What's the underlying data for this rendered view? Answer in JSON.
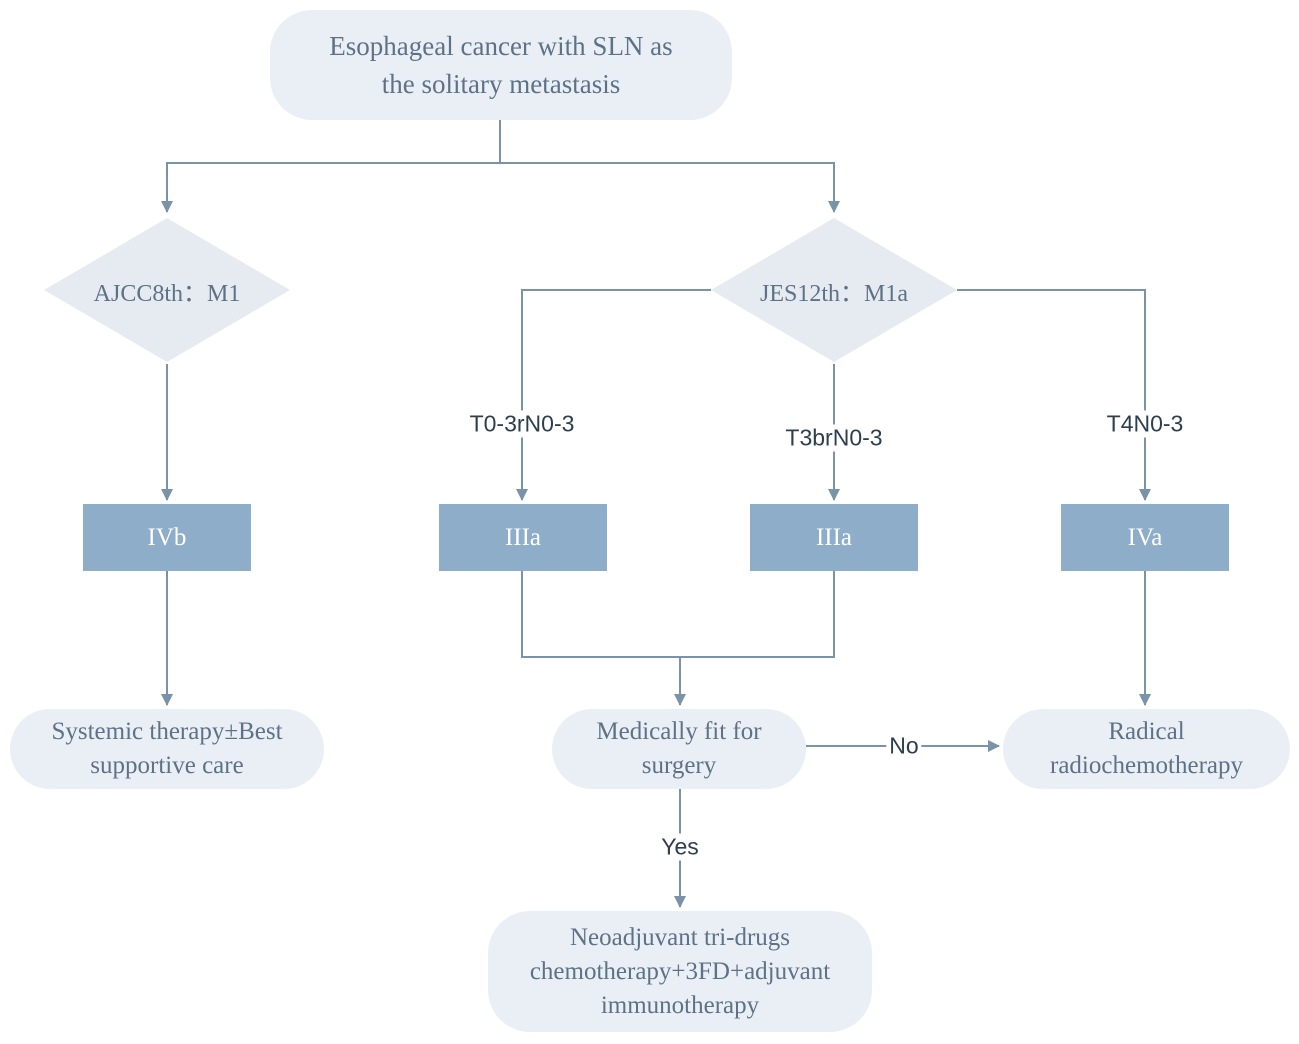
{
  "nodes": {
    "root": {
      "line1": "Esophageal cancer with SLN as",
      "line2": "the solitary metastasis"
    },
    "ajcc": "AJCC8th：M1",
    "jes": "JES12th：M1a",
    "ivb": "IVb",
    "iiia_left": "IIIa",
    "iiia_right": "IIIa",
    "iva": "IVa",
    "systemic": {
      "line1": "Systemic therapy±Best",
      "line2": "supportive care"
    },
    "fit": {
      "line1": "Medically fit for",
      "line2": "surgery"
    },
    "radical": {
      "line1": "Radical",
      "line2": "radiochemotherapy"
    },
    "neo": {
      "line1": "Neoadjuvant tri-drugs",
      "line2": "chemotherapy+3FD+adjuvant",
      "line3": "immunotherapy"
    }
  },
  "edge_labels": {
    "t03": "T0-3rN0-3",
    "t3b": "T3brN0-3",
    "t4": "T4N0-3",
    "no": "No",
    "yes": "Yes"
  },
  "colors": {
    "line": "#7b93a9",
    "pill_fill": "#eaeff6",
    "diamond_fill": "#e6ebf1",
    "stage_fill": "#8eadc9",
    "text": "#5d7287"
  }
}
